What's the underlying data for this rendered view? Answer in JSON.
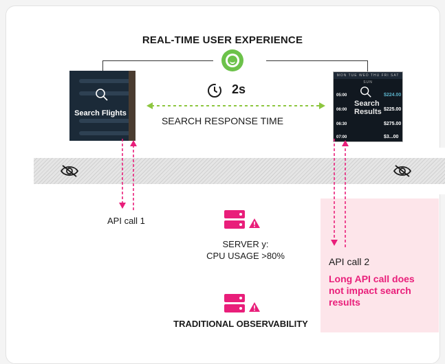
{
  "title": "REAL-TIME USER EXPERIENCE",
  "response_time": "2s",
  "response_label": "SEARCH RESPONSE TIME",
  "screen1": {
    "label": "Search Flights"
  },
  "screen2": {
    "days": "MON TUE WED THU FRI SAT SUN",
    "overlay": "Search Results",
    "rows": [
      {
        "time": "05:00",
        "price": "$224.00"
      },
      {
        "time": "06:00",
        "price": "$225.00"
      },
      {
        "time": "06:30",
        "price": "$275.00"
      },
      {
        "time": "07:00",
        "price": "$3...00"
      }
    ]
  },
  "api_call_1": "API call 1",
  "api_call_2": "API call 2",
  "server_label": "SERVER y:",
  "cpu_usage": "CPU USAGE >80%",
  "long_call_note": "Long API call does not impact search results",
  "traditional": "TRADITIONAL OBSERVABILITY",
  "colors": {
    "accent": "#e91e7a",
    "avatar": "#6cc24a",
    "arrow_green": "#8dc63f",
    "panel": "#fde5ea"
  },
  "icons": [
    "user-face-icon",
    "timer-icon",
    "search-icon",
    "eye-slash-icon",
    "server-icon",
    "warning-icon"
  ]
}
